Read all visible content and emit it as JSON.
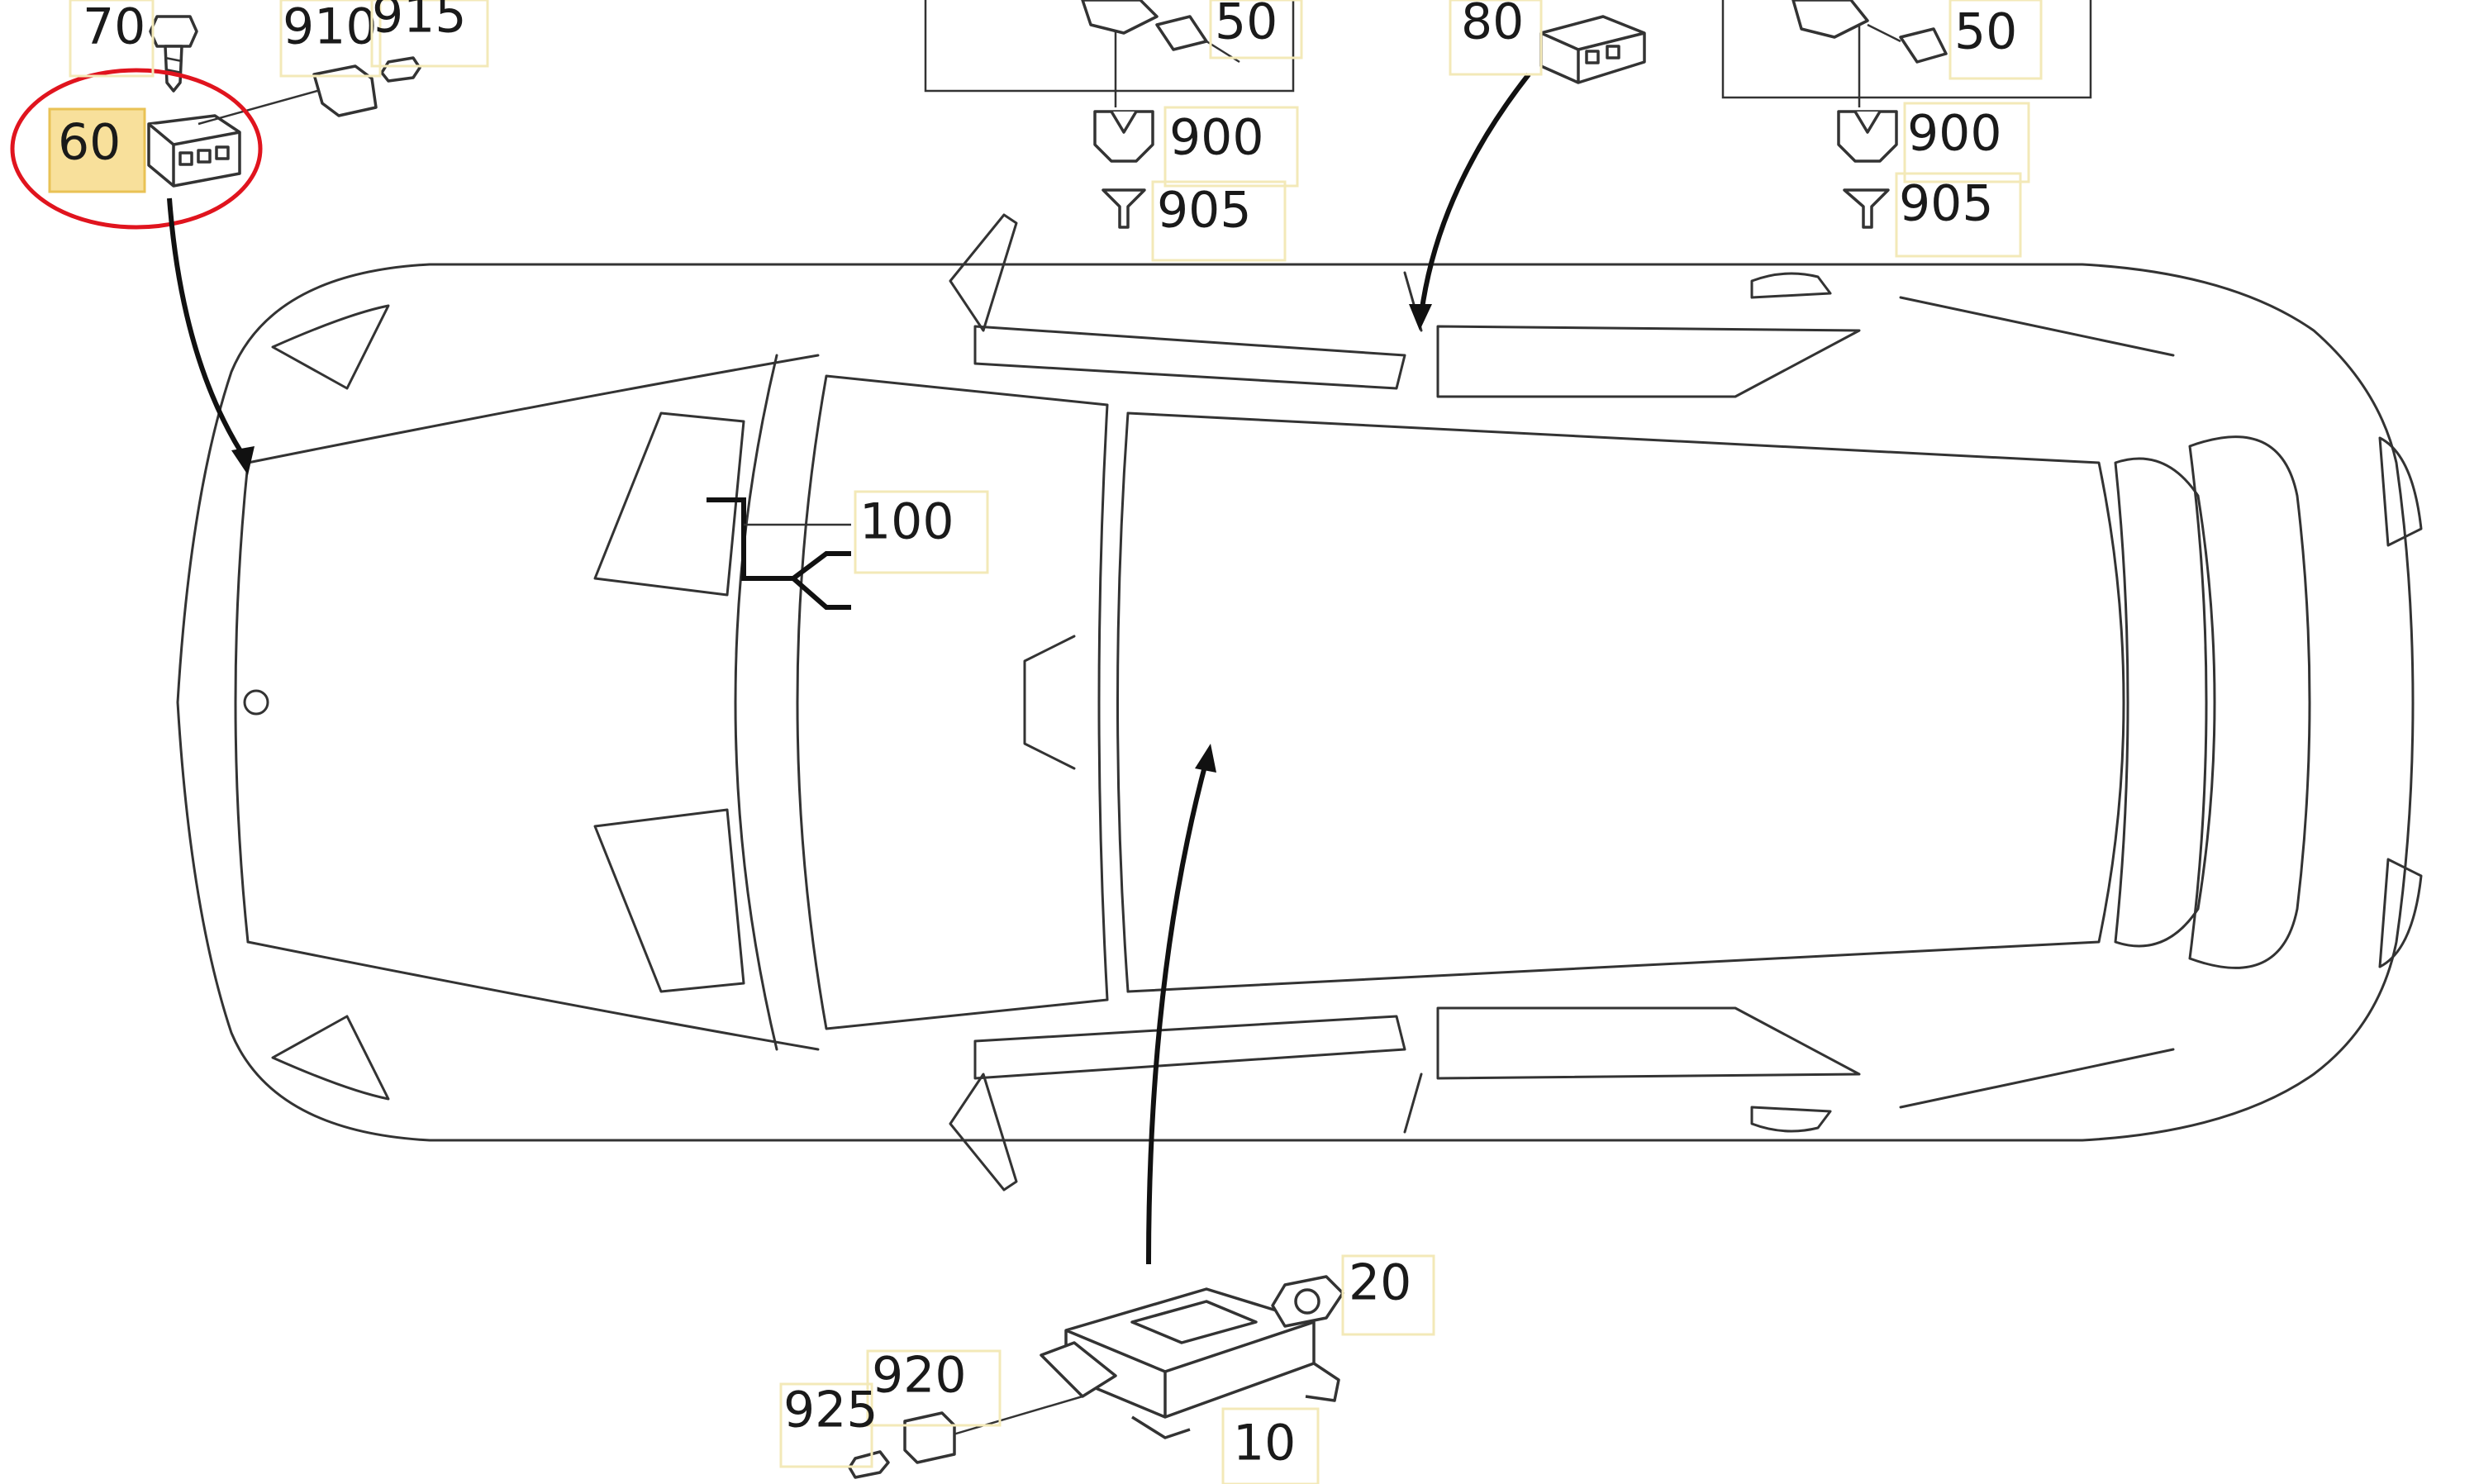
{
  "diagram": {
    "type": "parts-exploded-view",
    "colors": {
      "line": "#333333",
      "callout_box": "#f3e9b8",
      "highlight_fill": "#f6d57a",
      "selection_ring": "#e0141e"
    },
    "selected_part": "60",
    "callouts": [
      {
        "id": "70",
        "label": "70"
      },
      {
        "id": "910",
        "label": "910"
      },
      {
        "id": "915",
        "label": "915"
      },
      {
        "id": "60",
        "label": "60"
      },
      {
        "id": "50a",
        "label": "50"
      },
      {
        "id": "900a",
        "label": "900"
      },
      {
        "id": "905a",
        "label": "905"
      },
      {
        "id": "80",
        "label": "80"
      },
      {
        "id": "50b",
        "label": "50"
      },
      {
        "id": "900b",
        "label": "900"
      },
      {
        "id": "905b",
        "label": "905"
      },
      {
        "id": "100",
        "label": "100"
      },
      {
        "id": "20",
        "label": "20"
      },
      {
        "id": "920",
        "label": "920"
      },
      {
        "id": "925",
        "label": "925"
      },
      {
        "id": "10",
        "label": "10"
      }
    ]
  }
}
